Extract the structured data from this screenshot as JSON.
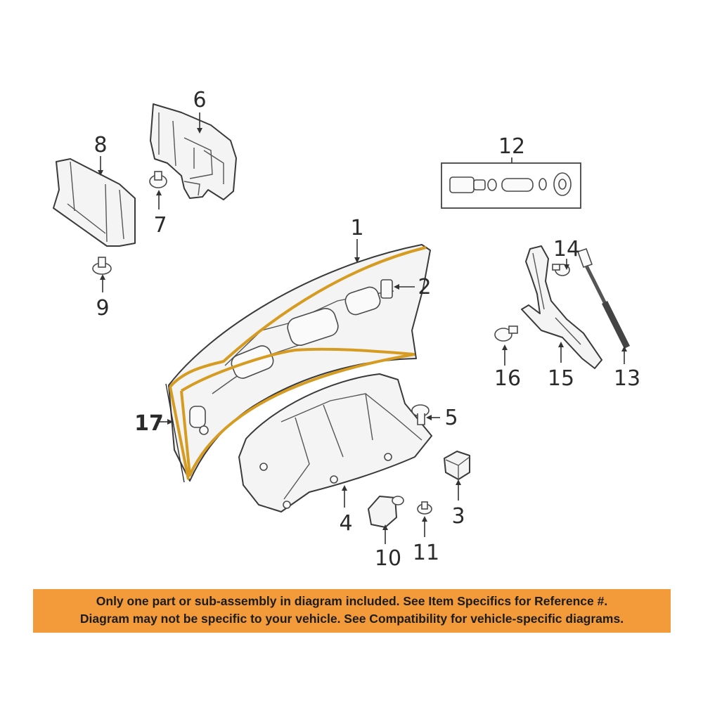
{
  "callouts": {
    "c1": "1",
    "c2": "2",
    "c3": "3",
    "c4": "4",
    "c5": "5",
    "c6": "6",
    "c7": "7",
    "c8": "8",
    "c9": "9",
    "c10": "10",
    "c11": "11",
    "c12": "12",
    "c13": "13",
    "c14": "14",
    "c15": "15",
    "c16": "16",
    "c17": "17"
  },
  "highlight_color": "#d69c22",
  "banner": {
    "color": "#f39a3a",
    "line1": "Only one part or sub-assembly in diagram included. See Item Specifics for Reference #.",
    "line2": "Diagram may not be specific to your vehicle. See Compatibility for vehicle-specific diagrams."
  }
}
